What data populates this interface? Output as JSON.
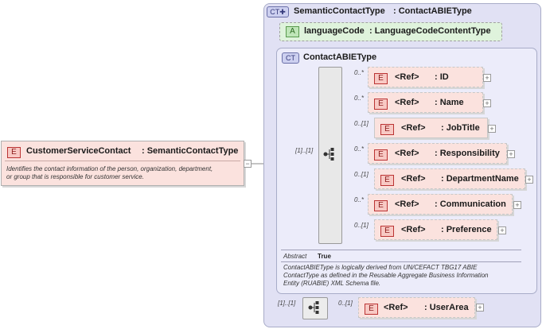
{
  "root": {
    "badge": "E",
    "name": "CustomerServiceContact",
    "type": ": SemanticContactType",
    "description": [
      "Identifies the contact information of the person, organization, department,",
      "or group that is responsible for customer service."
    ]
  },
  "outer_type": {
    "badge": "CT",
    "name": "SemanticContactType",
    "type": ": ContactABIEType"
  },
  "attribute": {
    "badge": "A",
    "name": "languageCode",
    "type": ": LanguageCodeContentType"
  },
  "inner_type": {
    "badge": "CT",
    "name": "ContactABIEType"
  },
  "sequence_cardinality": "[1]..[1]",
  "elements": [
    {
      "badge": "E",
      "ref": "<Ref>",
      "name": ": ID",
      "card": "0..*"
    },
    {
      "badge": "E",
      "ref": "<Ref>",
      "name": ": Name",
      "card": "0..*"
    },
    {
      "badge": "E",
      "ref": "<Ref>",
      "name": ": JobTitle",
      "card": "0..[1]"
    },
    {
      "badge": "E",
      "ref": "<Ref>",
      "name": ": Responsibility",
      "card": "0..*"
    },
    {
      "badge": "E",
      "ref": "<Ref>",
      "name": ": DepartmentName",
      "card": "0..[1]"
    },
    {
      "badge": "E",
      "ref": "<Ref>",
      "name": ": Communication",
      "card": "0..*"
    },
    {
      "badge": "E",
      "ref": "<Ref>",
      "name": ": Preference",
      "card": "0..[1]"
    }
  ],
  "abstract": {
    "label": "Abstract",
    "value": "True"
  },
  "inner_description": [
    "ContactABIEType is logically derived from UN/CEFACT TBG17 ABIE",
    "ContactType as defined in the Reusable Aggregate Business Information",
    "Entity (RUABIE) XML Schema file."
  ],
  "bottom_sequence_cardinality": "[1]..[1]",
  "user_area": {
    "badge": "E",
    "ref": "<Ref>",
    "name": ": UserArea",
    "card": "0..[1]"
  },
  "colors": {
    "element_fill": "#fbe2de",
    "attribute_fill": "#dff3dc",
    "complex_fill": "#e1e1f4"
  }
}
